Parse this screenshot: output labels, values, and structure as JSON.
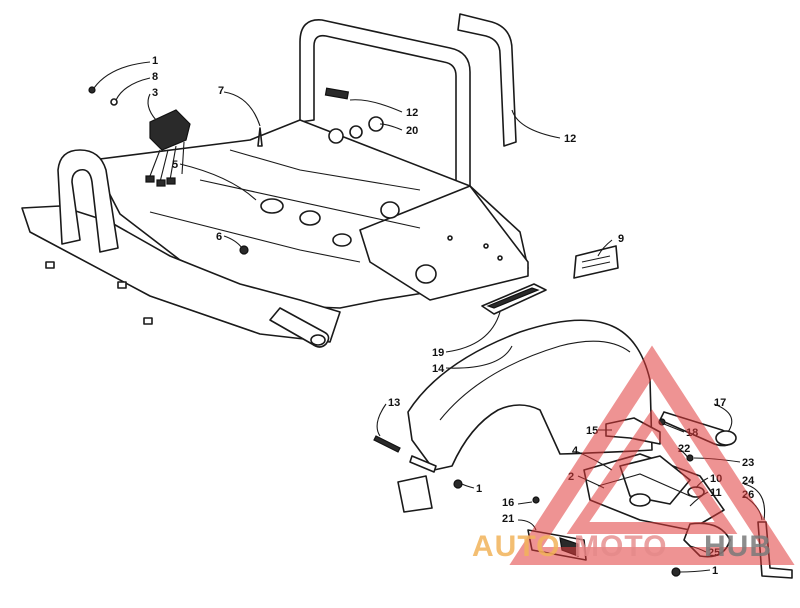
{
  "callouts": [
    {
      "id": "c1a",
      "label": "1"
    },
    {
      "id": "c8",
      "label": "8"
    },
    {
      "id": "c3",
      "label": "3"
    },
    {
      "id": "c7",
      "label": "7"
    },
    {
      "id": "c12a",
      "label": "12"
    },
    {
      "id": "c20",
      "label": "20"
    },
    {
      "id": "c12b",
      "label": "12"
    },
    {
      "id": "c5",
      "label": "5"
    },
    {
      "id": "c6",
      "label": "6"
    },
    {
      "id": "c9",
      "label": "9"
    },
    {
      "id": "c19",
      "label": "19"
    },
    {
      "id": "c14",
      "label": "14"
    },
    {
      "id": "c13",
      "label": "13"
    },
    {
      "id": "c17",
      "label": "17"
    },
    {
      "id": "c15",
      "label": "15"
    },
    {
      "id": "c18",
      "label": "18"
    },
    {
      "id": "c22",
      "label": "22"
    },
    {
      "id": "c4",
      "label": "4"
    },
    {
      "id": "c23",
      "label": "23"
    },
    {
      "id": "c2",
      "label": "2"
    },
    {
      "id": "c10",
      "label": "10"
    },
    {
      "id": "c11",
      "label": "11"
    },
    {
      "id": "c1b",
      "label": "1"
    },
    {
      "id": "c24",
      "label": "24"
    },
    {
      "id": "c26",
      "label": "26"
    },
    {
      "id": "c16",
      "label": "16"
    },
    {
      "id": "c21",
      "label": "21"
    },
    {
      "id": "c25",
      "label": "25"
    },
    {
      "id": "c1c",
      "label": "1"
    }
  ],
  "watermark": {
    "text_left": "AUTO",
    "text_mid": "MOTO",
    "text_right": "HUB",
    "color_left": "#f2b35a",
    "color_mid": "#e58a8a",
    "color_right": "#7a7a7a",
    "triangle_color": "#e03a3a"
  }
}
